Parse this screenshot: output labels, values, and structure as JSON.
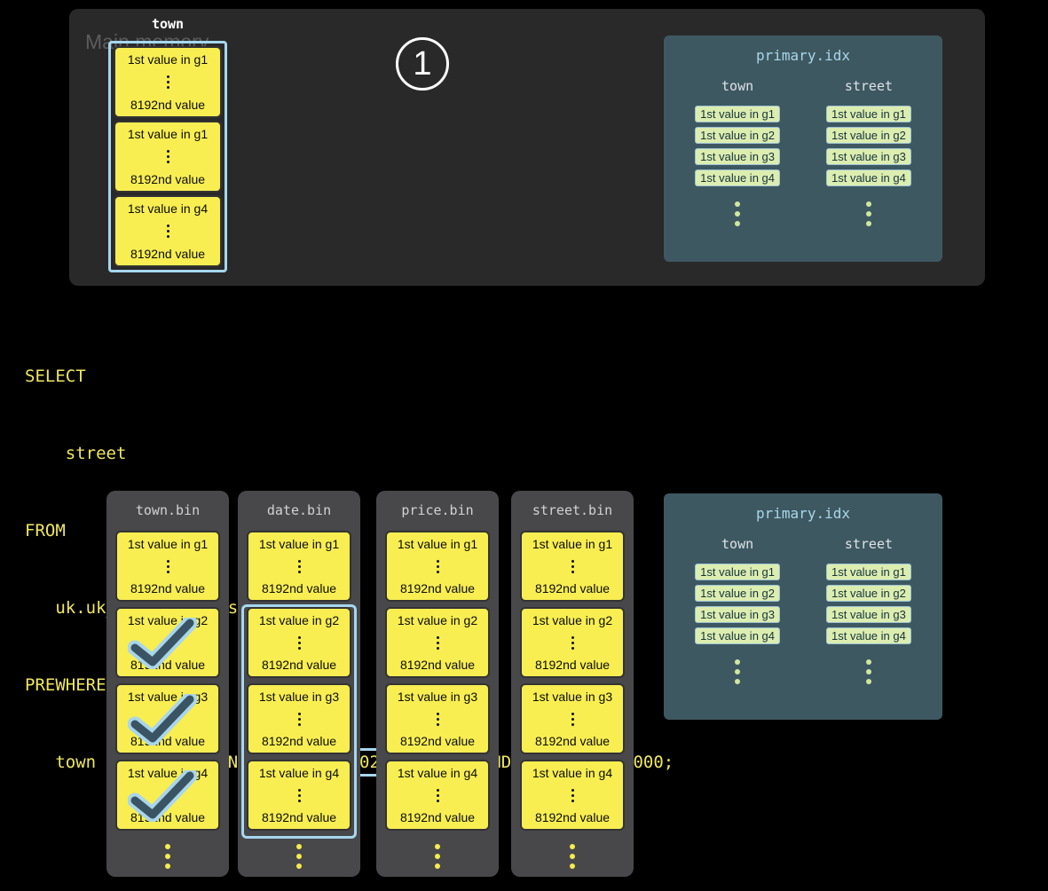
{
  "main_memory": {
    "label": "Main memory",
    "column_label": "town",
    "blocks": [
      {
        "top": "1st value in g1",
        "bottom": "8192nd value"
      },
      {
        "top": "1st value in g1",
        "bottom": "8192nd value"
      },
      {
        "top": "1st value in g4",
        "bottom": "8192nd value"
      }
    ]
  },
  "step_badge": {
    "number": "1"
  },
  "primary_index": {
    "title": "primary.idx",
    "columns": [
      {
        "header": "town",
        "chips": [
          "1st value in g1",
          "1st value in g2",
          "1st value in g3",
          "1st value in g4"
        ]
      },
      {
        "header": "street",
        "chips": [
          "1st value in g1",
          "1st value in g2",
          "1st value in g3",
          "1st value in g4"
        ]
      }
    ]
  },
  "sql": {
    "lines": {
      "l1": "SELECT",
      "l2": "    street",
      "l3": "FROM",
      "l4": "   uk.uk_price_paid_simple",
      "l5": "PREWHERE",
      "l6_before": "   town = 'LONDON' AND ",
      "l6_highlighted": "date > '2024-12-31'",
      "l6_after": " AND price < 10_000;"
    }
  },
  "bins": [
    {
      "title": "town.bin",
      "blocks": [
        {
          "top": "1st value in g1",
          "bottom": "8192nd value"
        },
        {
          "top": "1st value in g2",
          "bottom": "8192nd value"
        },
        {
          "top": "1st value in g3",
          "bottom": "8192nd value"
        },
        {
          "top": "1st value in g4",
          "bottom": "8192nd value"
        }
      ],
      "checked_granules": [
        "g2",
        "g3",
        "g4"
      ]
    },
    {
      "title": "date.bin",
      "blocks": [
        {
          "top": "1st value in g1",
          "bottom": "8192nd value"
        },
        {
          "top": "1st value in g2",
          "bottom": "8192nd value"
        },
        {
          "top": "1st value in g3",
          "bottom": "8192nd value"
        },
        {
          "top": "1st value in g4",
          "bottom": "8192nd value"
        }
      ],
      "highlighted_granules": [
        "g2",
        "g3",
        "g4"
      ]
    },
    {
      "title": "price.bin",
      "blocks": [
        {
          "top": "1st value in g1",
          "bottom": "8192nd value"
        },
        {
          "top": "1st value in g2",
          "bottom": "8192nd value"
        },
        {
          "top": "1st value in g3",
          "bottom": "8192nd value"
        },
        {
          "top": "1st value in g4",
          "bottom": "8192nd value"
        }
      ]
    },
    {
      "title": "street.bin",
      "blocks": [
        {
          "top": "1st value in g1",
          "bottom": "8192nd value"
        },
        {
          "top": "1st value in g2",
          "bottom": "8192nd value"
        },
        {
          "top": "1st value in g3",
          "bottom": "8192nd value"
        },
        {
          "top": "1st value in g4",
          "bottom": "8192nd value"
        }
      ]
    }
  ],
  "icons": {
    "check": "✓",
    "vertical_ellipsis": "⋮"
  },
  "colors": {
    "background": "#000000",
    "memory_panel": "#292929",
    "bin_panel": "#48484b",
    "index_panel": "#3e5862",
    "block_yellow": "#f8ee51",
    "chip_green": "#dcedb0",
    "highlight_blue": "#a5d7ee",
    "sql_yellow": "#efe75f",
    "check_dark": "#3a5464",
    "index_title_blue": "#a9d7e8"
  }
}
